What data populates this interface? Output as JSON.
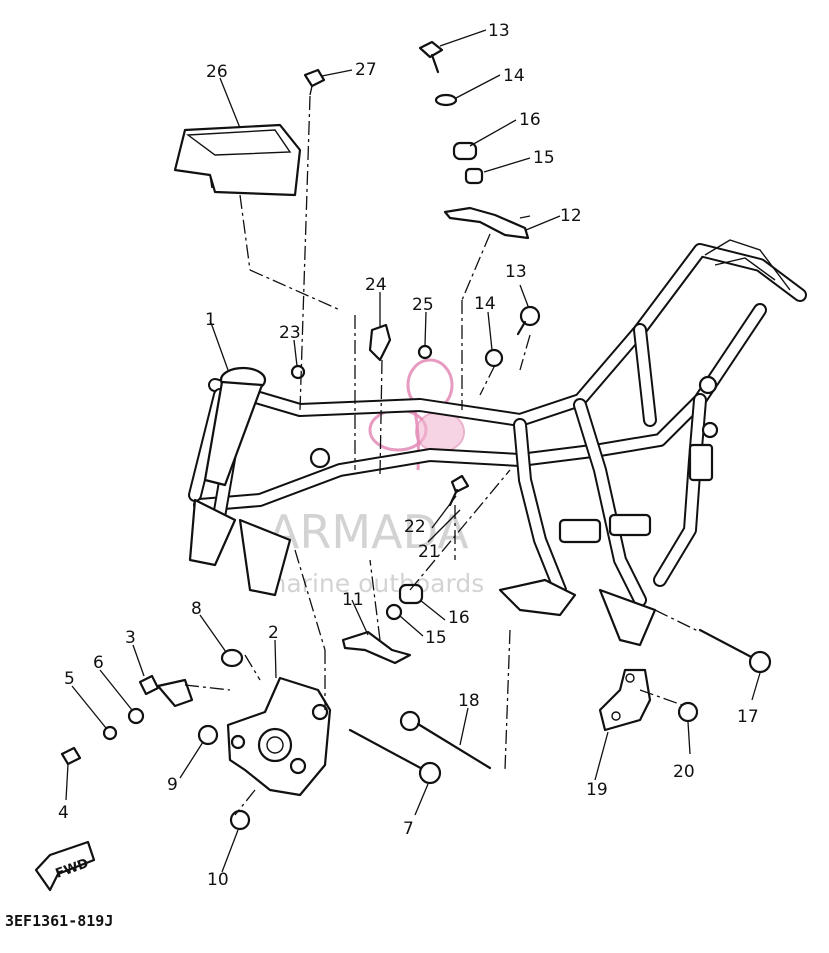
{
  "diagram": {
    "code": "3EF1361-819J",
    "fwd_label": "FWD",
    "watermark": {
      "brand": "ARMADA",
      "tagline": "marine outboards"
    },
    "callouts": [
      {
        "id": "c1",
        "label": "1"
      },
      {
        "id": "c2",
        "label": "2"
      },
      {
        "id": "c3",
        "label": "3"
      },
      {
        "id": "c4",
        "label": "4"
      },
      {
        "id": "c5",
        "label": "5"
      },
      {
        "id": "c6",
        "label": "6"
      },
      {
        "id": "c7",
        "label": "7"
      },
      {
        "id": "c8",
        "label": "8"
      },
      {
        "id": "c9",
        "label": "9"
      },
      {
        "id": "c10",
        "label": "10"
      },
      {
        "id": "c11",
        "label": "11"
      },
      {
        "id": "c12",
        "label": "12"
      },
      {
        "id": "c13a",
        "label": "13"
      },
      {
        "id": "c13b",
        "label": "13"
      },
      {
        "id": "c14a",
        "label": "14"
      },
      {
        "id": "c14b",
        "label": "14"
      },
      {
        "id": "c15a",
        "label": "15"
      },
      {
        "id": "c15b",
        "label": "15"
      },
      {
        "id": "c16a",
        "label": "16"
      },
      {
        "id": "c16b",
        "label": "16"
      },
      {
        "id": "c17",
        "label": "17"
      },
      {
        "id": "c18",
        "label": "18"
      },
      {
        "id": "c19",
        "label": "19"
      },
      {
        "id": "c20",
        "label": "20"
      },
      {
        "id": "c21",
        "label": "21"
      },
      {
        "id": "c22",
        "label": "22"
      },
      {
        "id": "c23",
        "label": "23"
      },
      {
        "id": "c24",
        "label": "24"
      },
      {
        "id": "c25",
        "label": "25"
      },
      {
        "id": "c26",
        "label": "26"
      },
      {
        "id": "c27",
        "label": "27"
      }
    ]
  }
}
